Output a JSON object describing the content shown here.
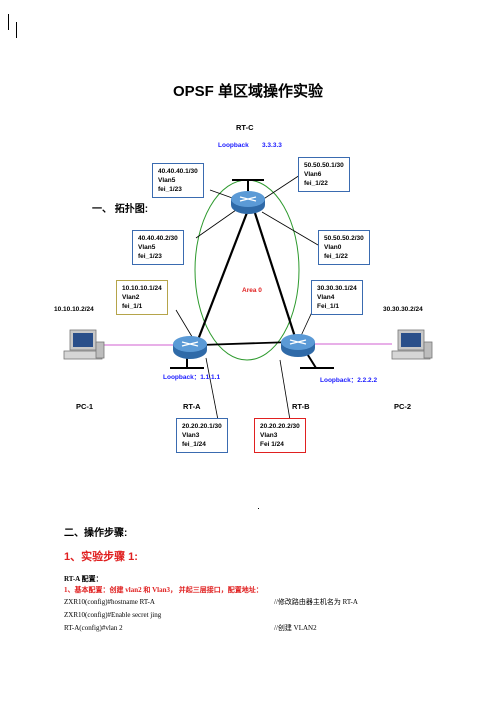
{
  "title": "OPSF 单区域操作实验",
  "section1": "一、  拓扑图:",
  "section2": "二、操作步骤:",
  "step1": "1、实验步骤 1:",
  "topology": {
    "rtc": {
      "name": "RT-C",
      "loopback_label": "Loopback",
      "loopback_ip": "3.3.3.3"
    },
    "rta": {
      "name": "RT-A",
      "loopback": "Loopback：1.1.1.1"
    },
    "rtb": {
      "name": "RT-B",
      "loopback": "Loopback：2.2.2.2"
    },
    "pc1": {
      "name": "PC-1",
      "ip": "10.10.10.2/24"
    },
    "pc2": {
      "name": "PC-2",
      "ip": "30.30.30.2/24"
    },
    "area": "Area 0",
    "boxes": {
      "c_left": [
        "40.40.40.1/30",
        "Vlan5",
        "fei_1/23"
      ],
      "c_right": [
        "50.50.50.1/30",
        "Vlan6",
        "fei_1/22"
      ],
      "a_up": [
        "40.40.40.2/30",
        "Vlan5",
        "fei_1/23"
      ],
      "b_up": [
        "50.50.50.2/30",
        "Vlan0",
        "fei_1/22"
      ],
      "a_pc": [
        "10.10.10.1/24",
        "Vlan2",
        "fei_1/1"
      ],
      "b_pc": [
        "30.30.30.1/24",
        "Vlan4",
        "Fei_1/1"
      ],
      "a_down": [
        "20.20.20.1/30",
        "Vlan3",
        "fei_1/24"
      ],
      "b_down": [
        "20.20.20.2/30",
        "Vlan3",
        "Fei  1/24"
      ]
    }
  },
  "config": {
    "heading": "RT-A 配置：",
    "basic": "1、基本配置：创建 vlan2 和 Vlan3，  并起三层接口，配置地址：",
    "lines": [
      {
        "cmd": "ZXR10(config)#hostname RT-A",
        "note": "//修改路由器主机名为 RT-A"
      },
      {
        "cmd": "ZXR10(config)#Enable secret jing",
        "note": ""
      },
      {
        "cmd": "RT-A(config)#vlan 2",
        "note": "//创建 VLAN2"
      }
    ]
  }
}
